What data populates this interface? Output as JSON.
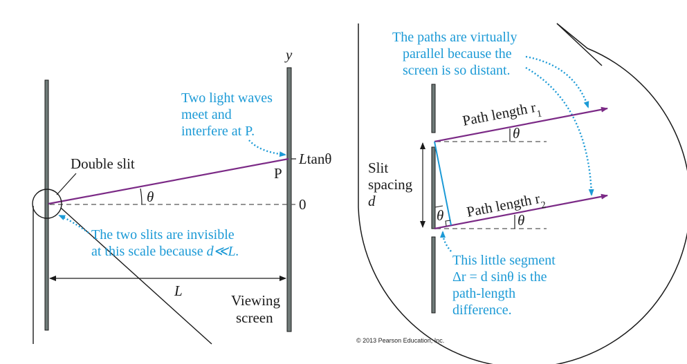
{
  "colors": {
    "ink": "#1a1a1a",
    "annotation": "#1c9ad6",
    "path": "#7b2a86",
    "screen_fill": "#6f7a78",
    "dashed": "#555555"
  },
  "left_panel": {
    "axis_label": "y",
    "screen_tick_top": "L",
    "screen_tick_top_suffix": "tanθ",
    "screen_tick_zero": "0",
    "point_label": "P",
    "angle_label": "θ",
    "double_slit_label": "Double slit",
    "distance_label": "L",
    "viewing_screen_line1": "Viewing",
    "viewing_screen_line2": "screen",
    "waves_note": [
      "Two light waves",
      "meet and",
      "interfere at P."
    ],
    "slits_note_line1": "The two slits are invisible",
    "slits_note_line2_prefix": "at this scale because ",
    "slits_note_line2_math": "d≪L."
  },
  "right_panel": {
    "parallel_note": [
      "The paths are virtually",
      "parallel because the",
      "screen is so distant."
    ],
    "path1_label": "Path length r",
    "path1_sub": "1",
    "path2_label": "Path length r",
    "path2_sub": "2",
    "angle_label": "θ",
    "slit_spacing_line1": "Slit",
    "slit_spacing_line2": "spacing",
    "slit_spacing_symbol": "d",
    "segment_note_line1": "This little segment",
    "segment_note_line2": "Δr = d sinθ is the",
    "segment_note_line3": "path-length",
    "segment_note_line4": "difference."
  },
  "credit": "© 2013 Pearson Education, Inc."
}
